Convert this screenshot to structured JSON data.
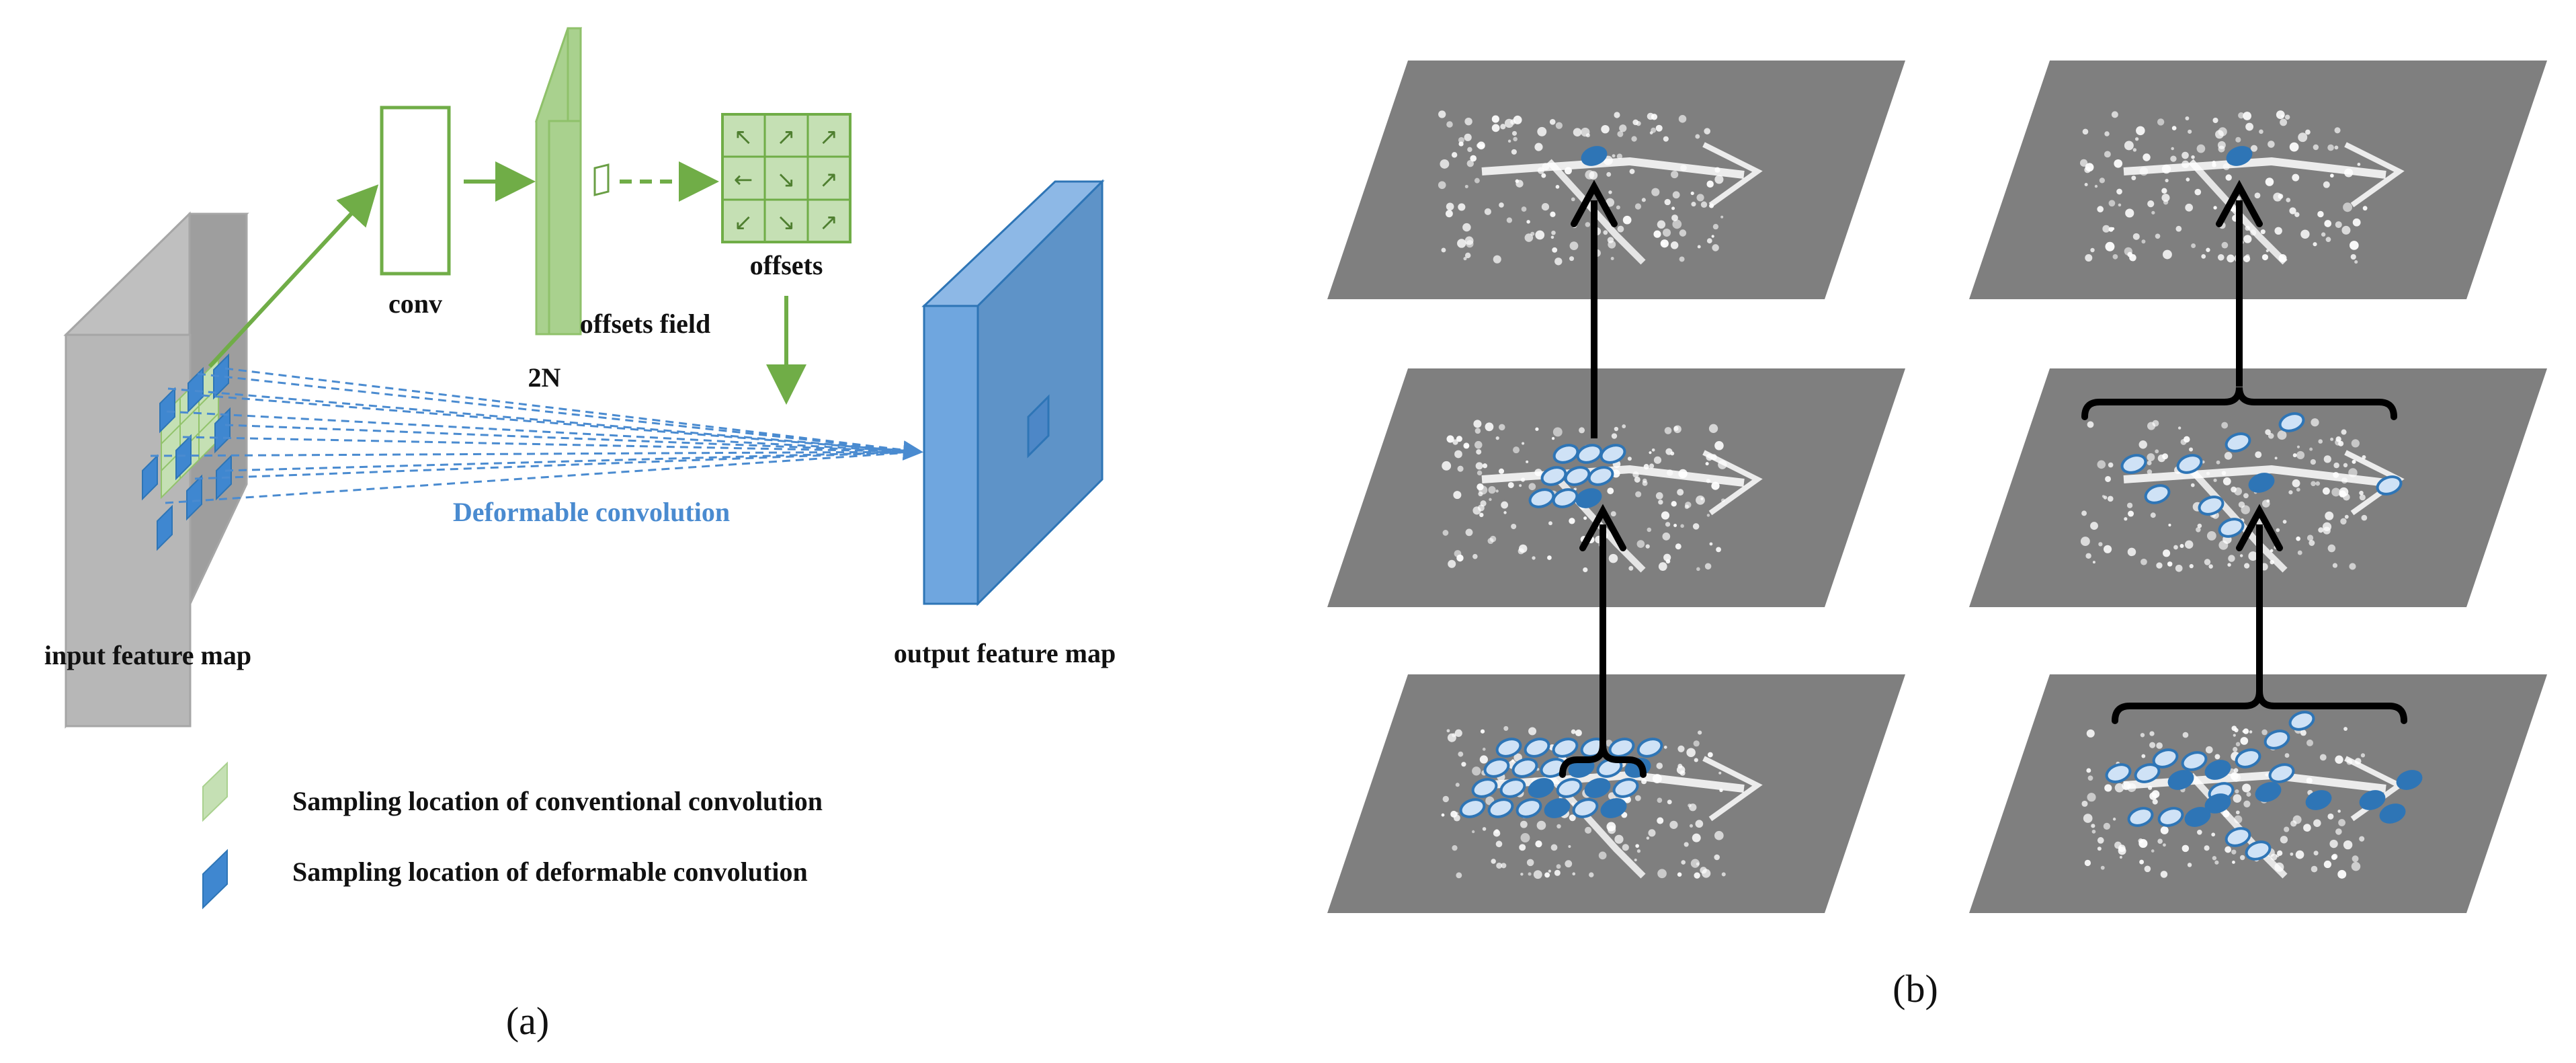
{
  "panel_a": {
    "caption": "(a)",
    "labels": {
      "conv": "conv",
      "offsets_field": "offsets field",
      "two_n": "2N",
      "offsets": "offsets",
      "deformable_convolution": "Deformable convolution",
      "input_feature_map": "input feature map",
      "output_feature_map": "output feature map"
    },
    "legend": [
      {
        "label": "Sampling  location  of  conventional  convolution",
        "color": "#c7e5a6"
      },
      {
        "label": "Sampling  location  of  deformable  convolution",
        "color": "#3f87d0"
      }
    ],
    "offset_arrows": [
      "↖",
      "↗",
      "↗",
      "←",
      "↘",
      "↗",
      "↙",
      "↘",
      "↗"
    ]
  },
  "panel_b": {
    "caption": "(b)"
  },
  "colors": {
    "green": "#70ad47",
    "light_green": "#c5e0b4",
    "blue": "#5b9bd5",
    "dark_blue": "#2e75b6",
    "plane_gray": "#7f7f7f",
    "input_gray": "#bfbfbf"
  }
}
